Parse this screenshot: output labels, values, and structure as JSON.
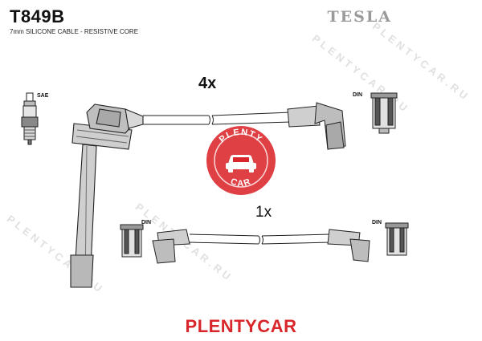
{
  "header": {
    "part_number": "T849B",
    "subtitle": "7mm SILICONE CABLE - RESISTIVE CORE",
    "brand": "TESLA"
  },
  "quantities": {
    "upper": "4x",
    "lower": "1x"
  },
  "connector_labels": {
    "spark_plug": "SAE",
    "din_upper": "DIN",
    "din_lower_left": "DIN",
    "din_lower_right": "DIN"
  },
  "badge": {
    "top_text": "PLENTY",
    "bottom_text": "CAR",
    "color": "#d9262a",
    "icon": "car-icon"
  },
  "footer": {
    "brand": "PLENTYCAR",
    "color": "#d9262a"
  },
  "watermark": {
    "text": "PLENTYCAR.RU"
  }
}
